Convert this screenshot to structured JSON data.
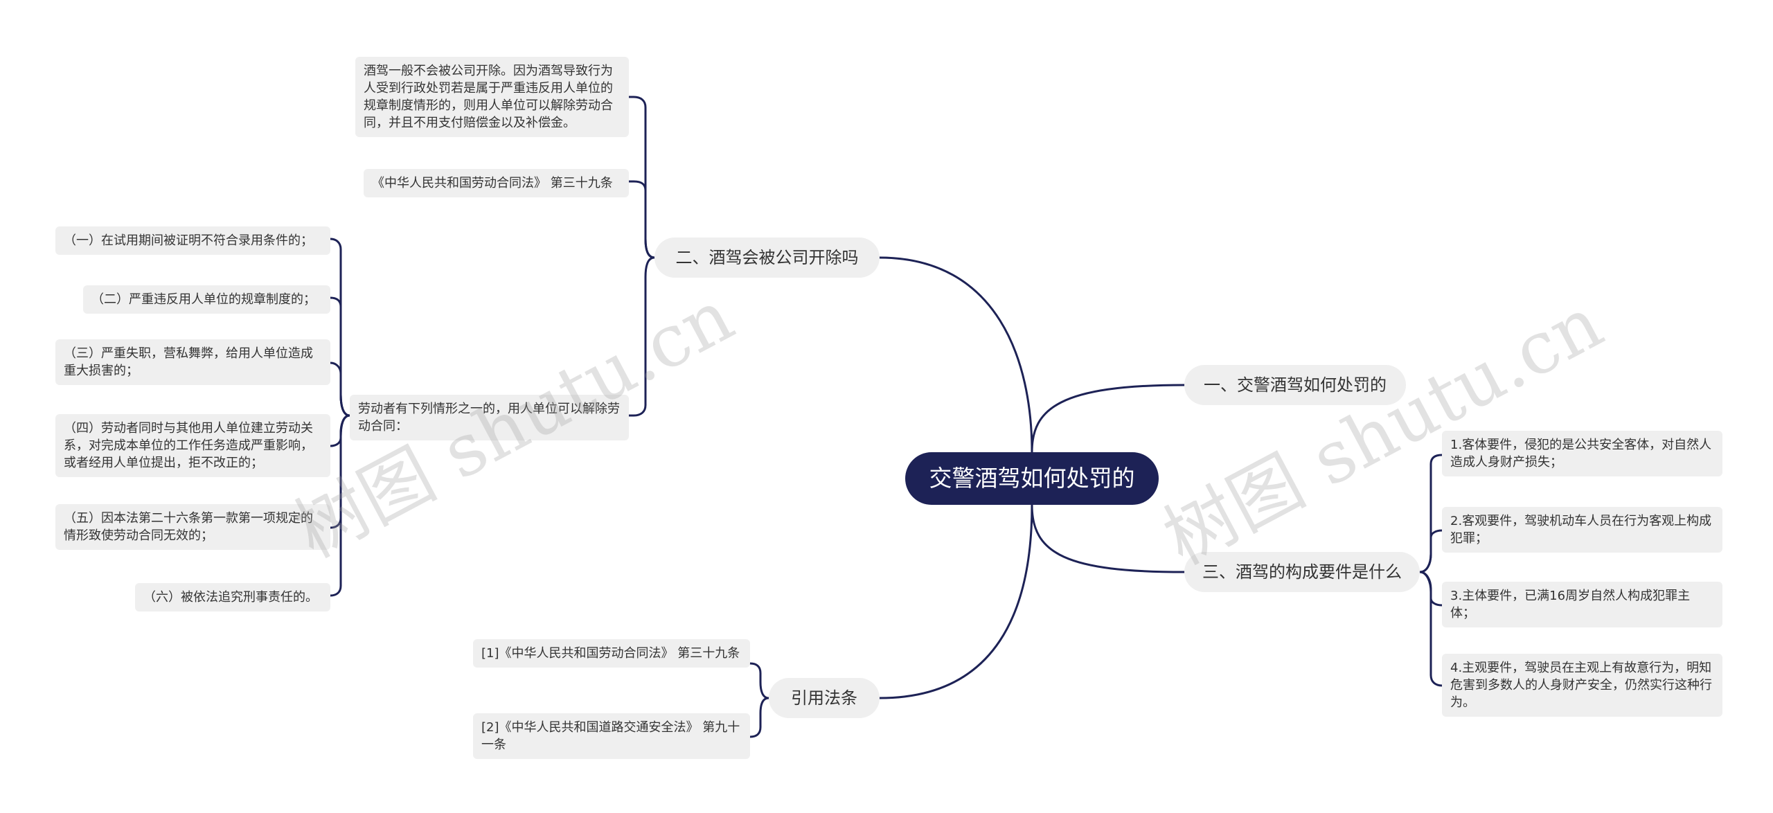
{
  "root": {
    "label": "交警酒驾如何处罚的"
  },
  "branches": {
    "b1": {
      "label": "一、交警酒驾如何处罚的"
    },
    "b2": {
      "label": "二、酒驾会被公司开除吗"
    },
    "b3": {
      "label": "三、酒驾的构成要件是什么"
    },
    "b4": {
      "label": "引用法条"
    }
  },
  "b2_children": {
    "para": "酒驾一般不会被公司开除。因为酒驾导致行为人受到行政处罚若是属于严重违反用人单位的规章制度情形的，则用人单位可以解除劳动合同，并且不用支付赔偿金以及补偿金。",
    "law": "《中华人民共和国劳动合同法》 第三十九条",
    "situations": "劳动者有下列情形之一的，用人单位可以解除劳动合同："
  },
  "situations_list": [
    "（一）在试用期间被证明不符合录用条件的；",
    "（二）严重违反用人单位的规章制度的；",
    "（三）严重失职，营私舞弊，给用人单位造成重大损害的；",
    "（四）劳动者同时与其他用人单位建立劳动关系，对完成本单位的工作任务造成严重影响，或者经用人单位提出，拒不改正的；",
    "（五）因本法第二十六条第一款第一项规定的情形致使劳动合同无效的；",
    "（六）被依法追究刑事责任的。"
  ],
  "b3_children": [
    "1.客体要件，侵犯的是公共安全客体，对自然人造成人身财产损失；",
    "2.客观要件，驾驶机动车人员在行为客观上构成犯罪；",
    "3.主体要件，已满16周岁自然人构成犯罪主体；",
    "4.主观要件，驾驶员在主观上有故意行为，明知危害到多数人的人身财产安全，仍然实行这种行为。"
  ],
  "b4_children": [
    "[1]《中华人民共和国劳动合同法》 第三十九条",
    "[2]《中华人民共和国道路交通安全法》 第九十一条"
  ],
  "watermarks": [
    "树图 shutu.cn",
    "树图 shutu.cn"
  ],
  "colors": {
    "root_bg": "#1d2256",
    "link": "#1d2256",
    "node_bg": "#efefef",
    "text": "#333333"
  }
}
